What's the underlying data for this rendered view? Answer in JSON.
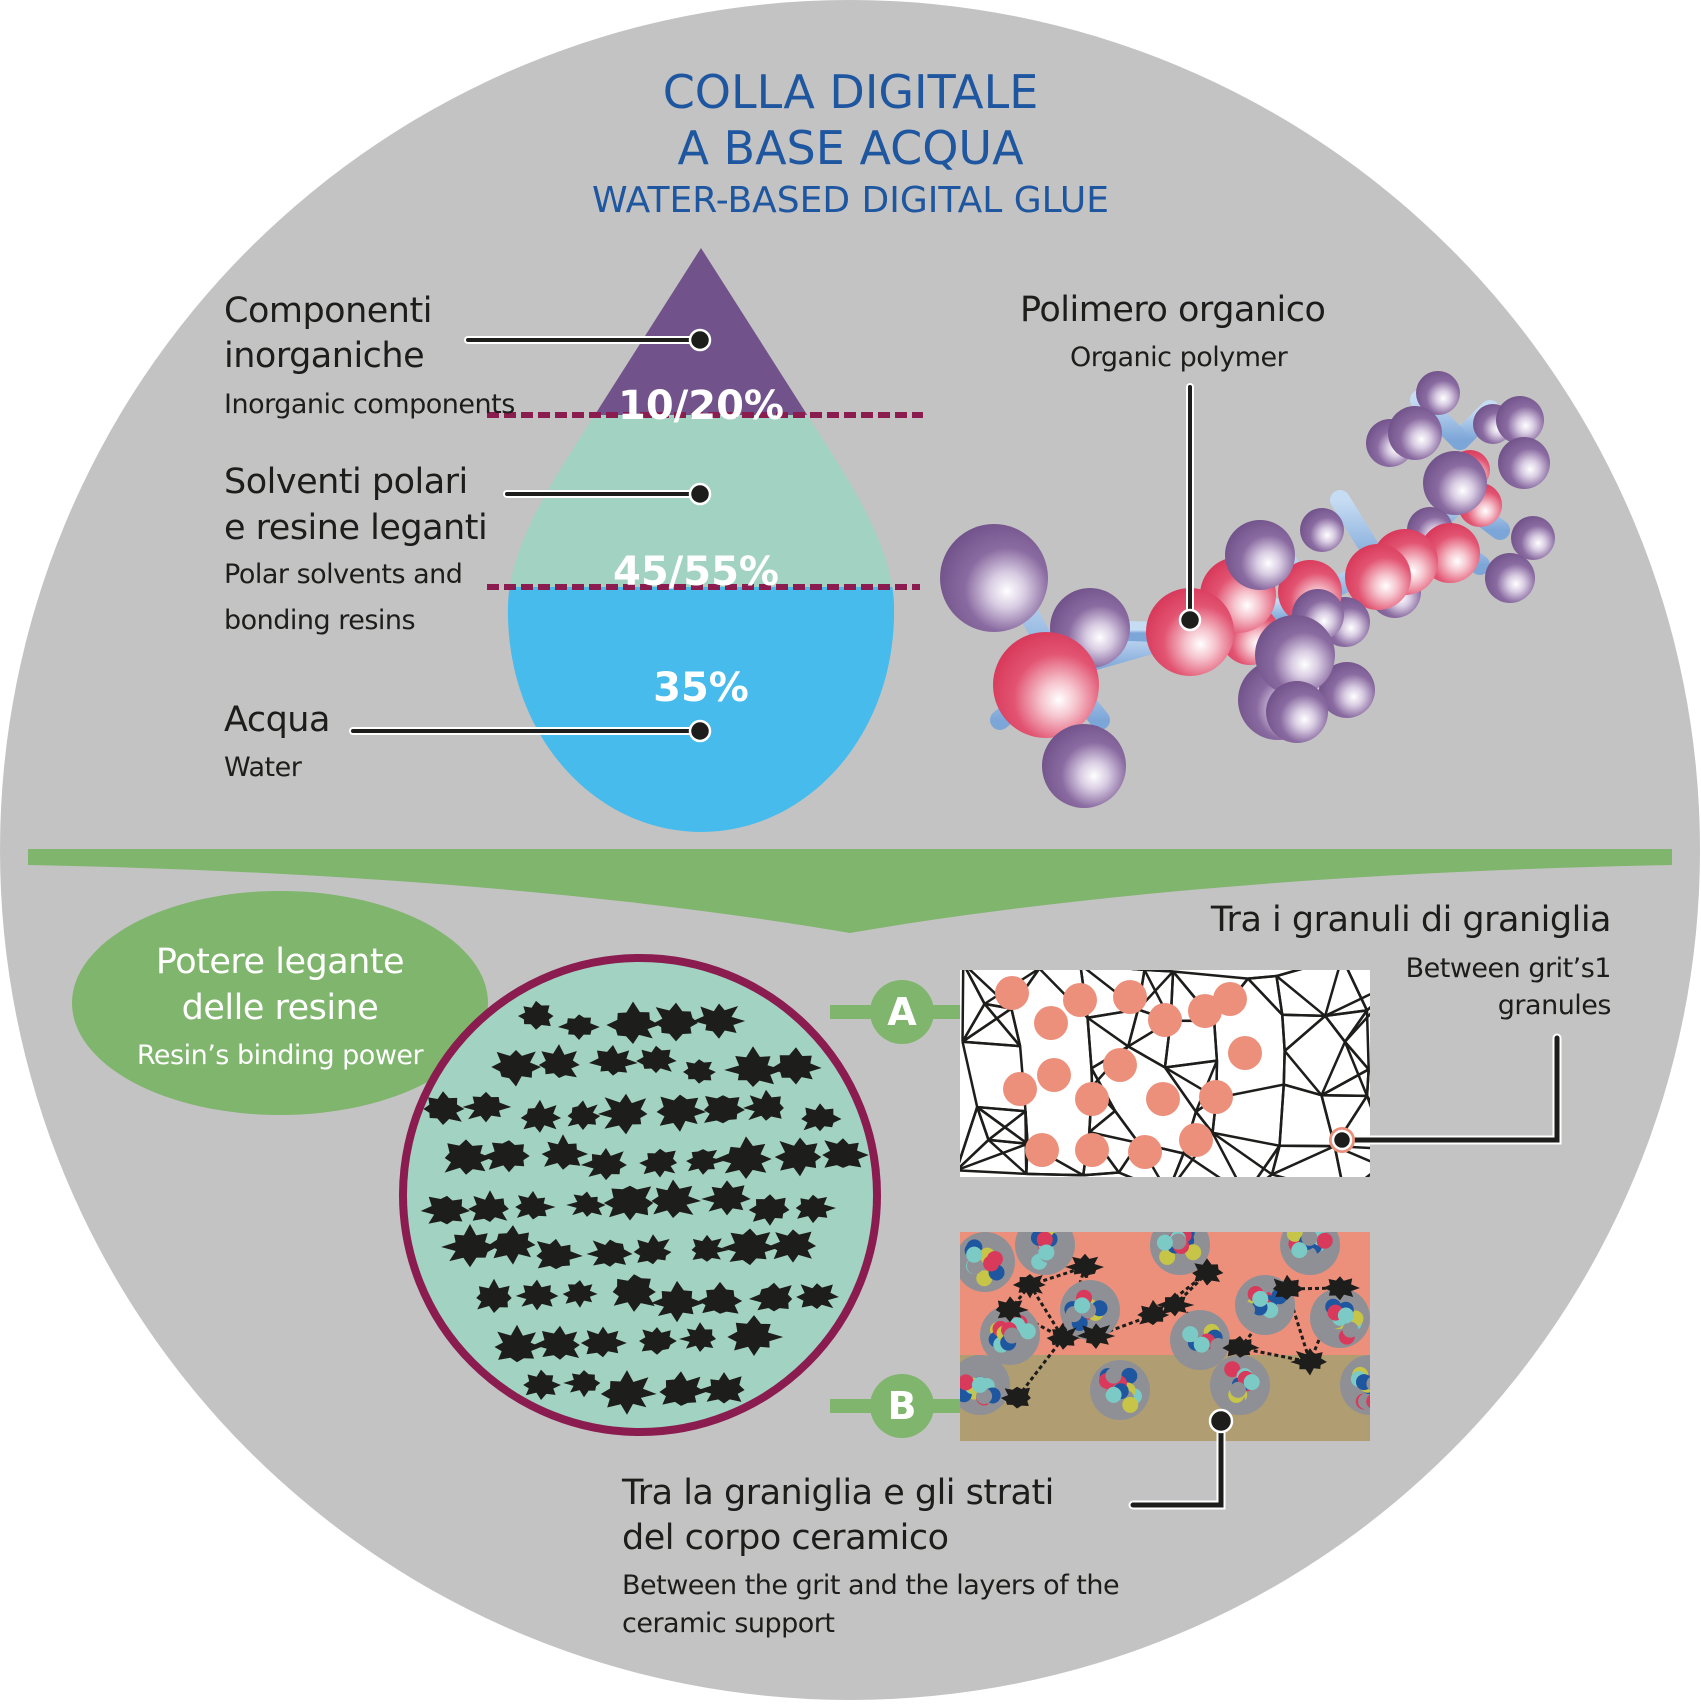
{
  "title": {
    "line1": "COLLA DIGITALE",
    "line2": "A BASE ACQUA",
    "line3": "WATER-BASED DIGITAL GLUE"
  },
  "drop": {
    "layers": [
      {
        "name": "Componenti inorganiche",
        "label_it_line1": "Componenti",
        "label_it_line2": "inorganiche",
        "label_en": "Inorganic components",
        "percent": "10/20%",
        "color": "#71528a"
      },
      {
        "name": "Solventi polari e resine leganti",
        "label_it_line1": "Solventi polari",
        "label_it_line2": "e resine leganti",
        "label_en_line1": "Polar solvents and",
        "label_en_line2": "bonding resins",
        "percent": "45/55%",
        "color": "#a2d2c1"
      },
      {
        "name": "Acqua",
        "label_it_line1": "Acqua",
        "label_en": "Water",
        "percent": "35%",
        "color": "#47bbec"
      }
    ],
    "separator_color": "#8a1c4f"
  },
  "polymer": {
    "label_it": "Polimero organico",
    "label_en": "Organic polymer",
    "atom_colors": {
      "carbon": "#d93a5b",
      "hydrogen": "#71528a",
      "bond": "#8fb6e0"
    }
  },
  "binding": {
    "oval_it_line1": "Potere legante",
    "oval_it_line2": "delle resine",
    "oval_en": "Resin’s binding power",
    "accent": "#7fb56c",
    "circle_fill": "#a2d2c1",
    "circle_border": "#8a1c4f"
  },
  "panel_a": {
    "badge": "A",
    "label_it": "Tra i granuli di graniglia",
    "label_en_line1": "Between grit’s1",
    "label_en_line2": "granules",
    "granule_color": "#ec907b"
  },
  "panel_b": {
    "badge": "B",
    "label_it_line1": "Tra la graniglia e gli strati",
    "label_it_line2": "del corpo ceramico",
    "label_en_line1": "Between the grit and the layers of the",
    "label_en_line2": "ceramic support",
    "glaze_color": "#ec907b",
    "body_color": "#b09d71"
  },
  "colors": {
    "background_disc": "#c3c3c3",
    "title": "#1e56a0",
    "text": "#1d1d1b"
  }
}
